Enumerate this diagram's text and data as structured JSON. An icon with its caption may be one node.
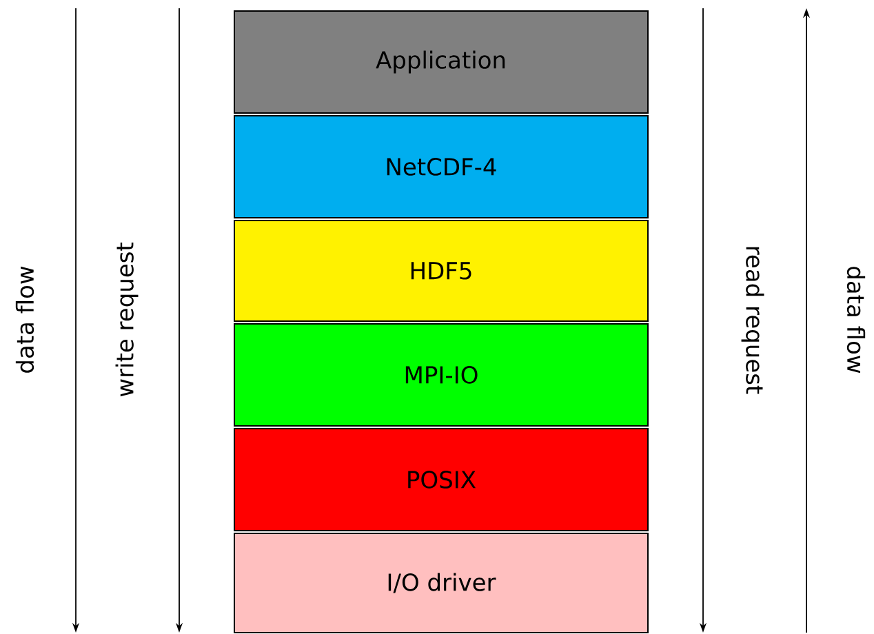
{
  "diagram": {
    "nodes": [
      {
        "text": [
          "Application"
        ]
      },
      {
        "text": [
          "NetCDF-4"
        ]
      },
      {
        "text": [
          "HDF5"
        ]
      },
      {
        "text": [
          "MPI-IO"
        ]
      },
      {
        "text": [
          "POSIX"
        ]
      },
      {
        "text": [
          "I/O driver"
        ]
      }
    ],
    "labels": [
      "data flow",
      "write request",
      "read request",
      "data flow"
    ]
  }
}
